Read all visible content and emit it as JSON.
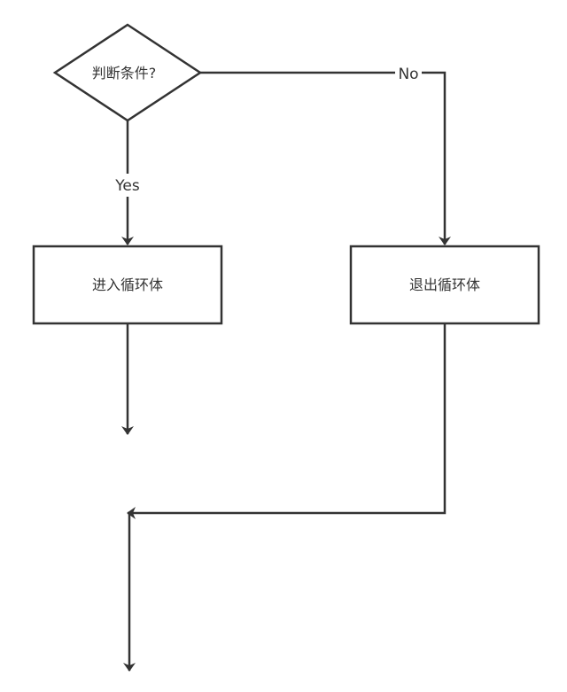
{
  "diagram": {
    "type": "flowchart",
    "stroke_color": "#333333",
    "fill_color": "#ffffff",
    "nodes": {
      "decision": {
        "shape": "diamond",
        "label": "判断条件?"
      },
      "enter_loop": {
        "shape": "rectangle",
        "label": "进入循环体"
      },
      "exit_loop": {
        "shape": "rectangle",
        "label": "退出循环体"
      }
    },
    "edges": {
      "yes": {
        "from": "decision",
        "to": "enter_loop",
        "label": "Yes"
      },
      "no": {
        "from": "decision",
        "to": "exit_loop",
        "label": "No"
      },
      "enter_out": {
        "from": "enter_loop",
        "to": "",
        "label": ""
      },
      "exit_out": {
        "from": "exit_loop",
        "to": "",
        "label": ""
      },
      "final_out": {
        "from": "",
        "to": "",
        "label": ""
      }
    }
  }
}
